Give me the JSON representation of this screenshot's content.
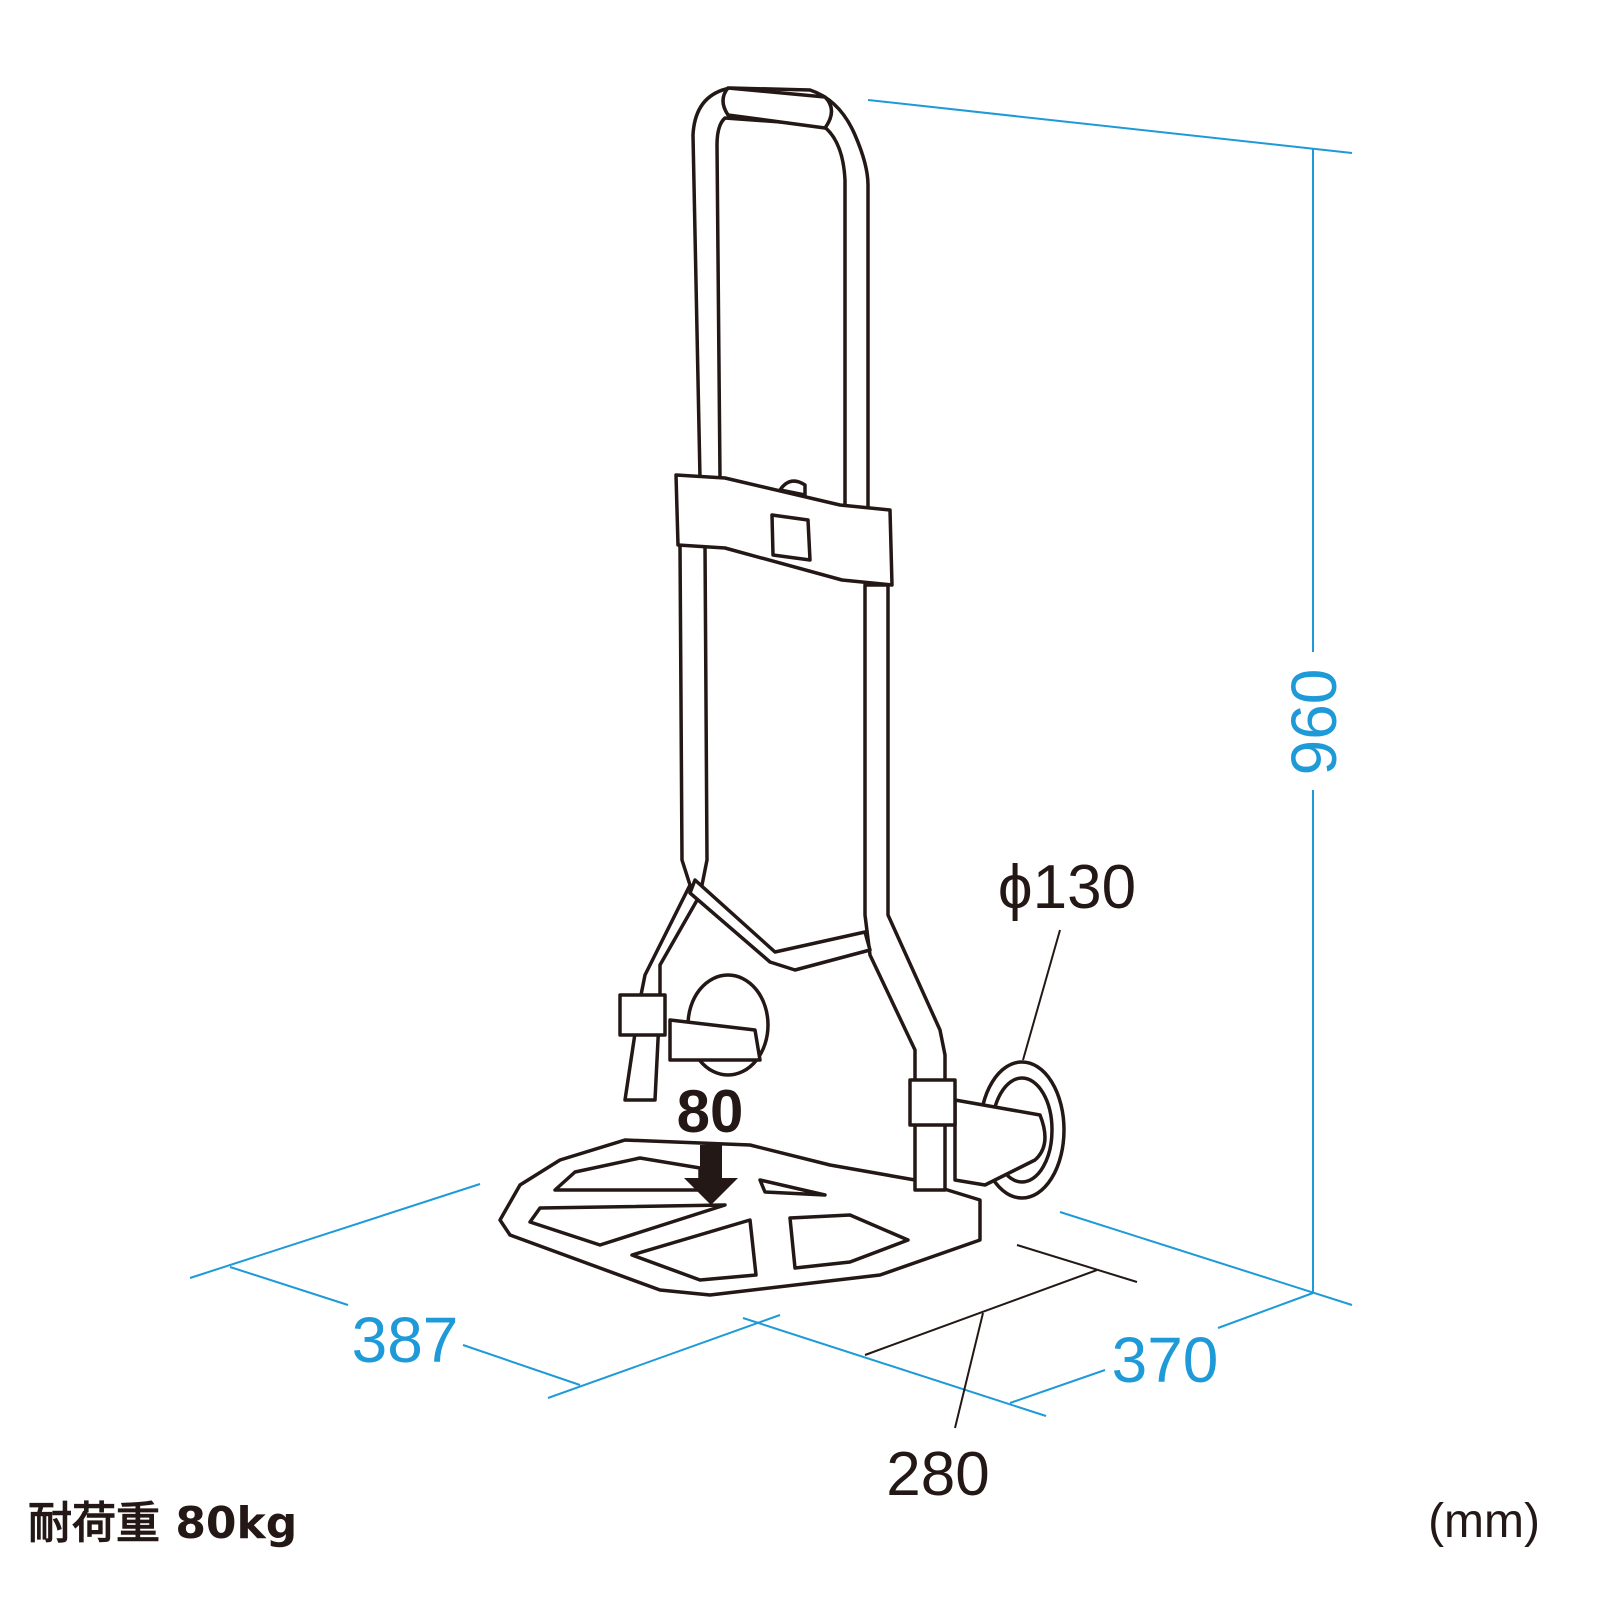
{
  "dimensions": {
    "height": "960",
    "wheel_diameter": "ϕ130",
    "depth": "387",
    "width": "370",
    "plate_width": "280"
  },
  "load_marker": "80",
  "load_capacity_note": "耐荷重 80kg",
  "unit_label": "(mm)",
  "colors": {
    "dimension": "#1e9ad8",
    "line": "#231815"
  }
}
